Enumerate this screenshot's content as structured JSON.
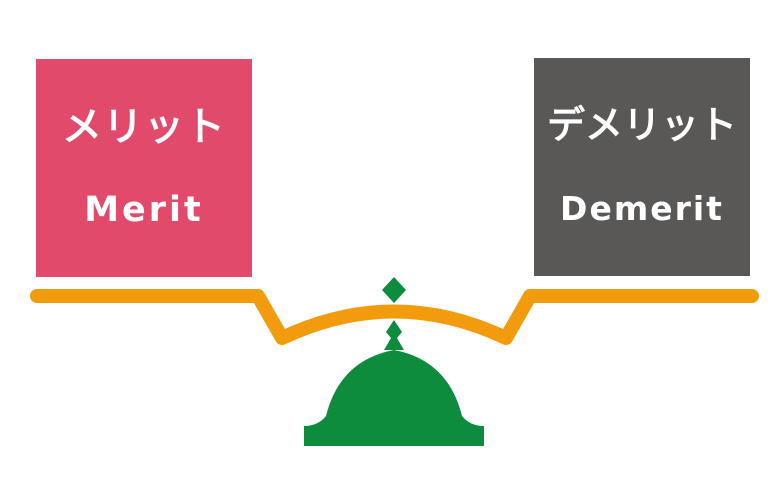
{
  "merit": {
    "label_jp": "メリット",
    "label_en": "Merit",
    "color": "#e24a6c"
  },
  "demerit": {
    "label_jp": "デメリット",
    "label_en": "Demerit",
    "color": "#595857"
  },
  "scale": {
    "beam_color": "#f29b0c",
    "base_color": "#0e8c3e"
  }
}
